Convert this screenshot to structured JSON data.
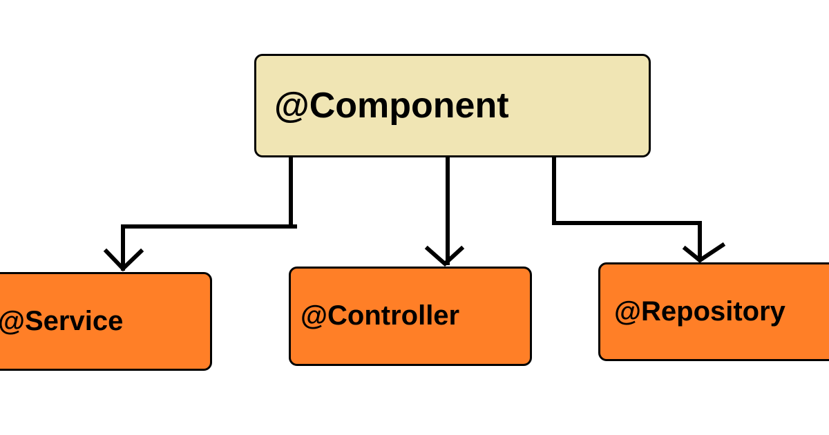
{
  "diagram": {
    "root": {
      "label": "@Component",
      "fill": "#F0E5B4"
    },
    "children": [
      {
        "id": "service",
        "label": "@Service",
        "fill": "#FF7F27"
      },
      {
        "id": "controller",
        "label": "@Controller",
        "fill": "#FF7F27"
      },
      {
        "id": "repository",
        "label": "@Repository",
        "fill": "#FF7F27"
      }
    ],
    "edges": [
      {
        "from": "root",
        "to": "service"
      },
      {
        "from": "root",
        "to": "controller"
      },
      {
        "from": "root",
        "to": "repository"
      }
    ],
    "line_color": "#000000",
    "background": "#FFFFFF"
  }
}
